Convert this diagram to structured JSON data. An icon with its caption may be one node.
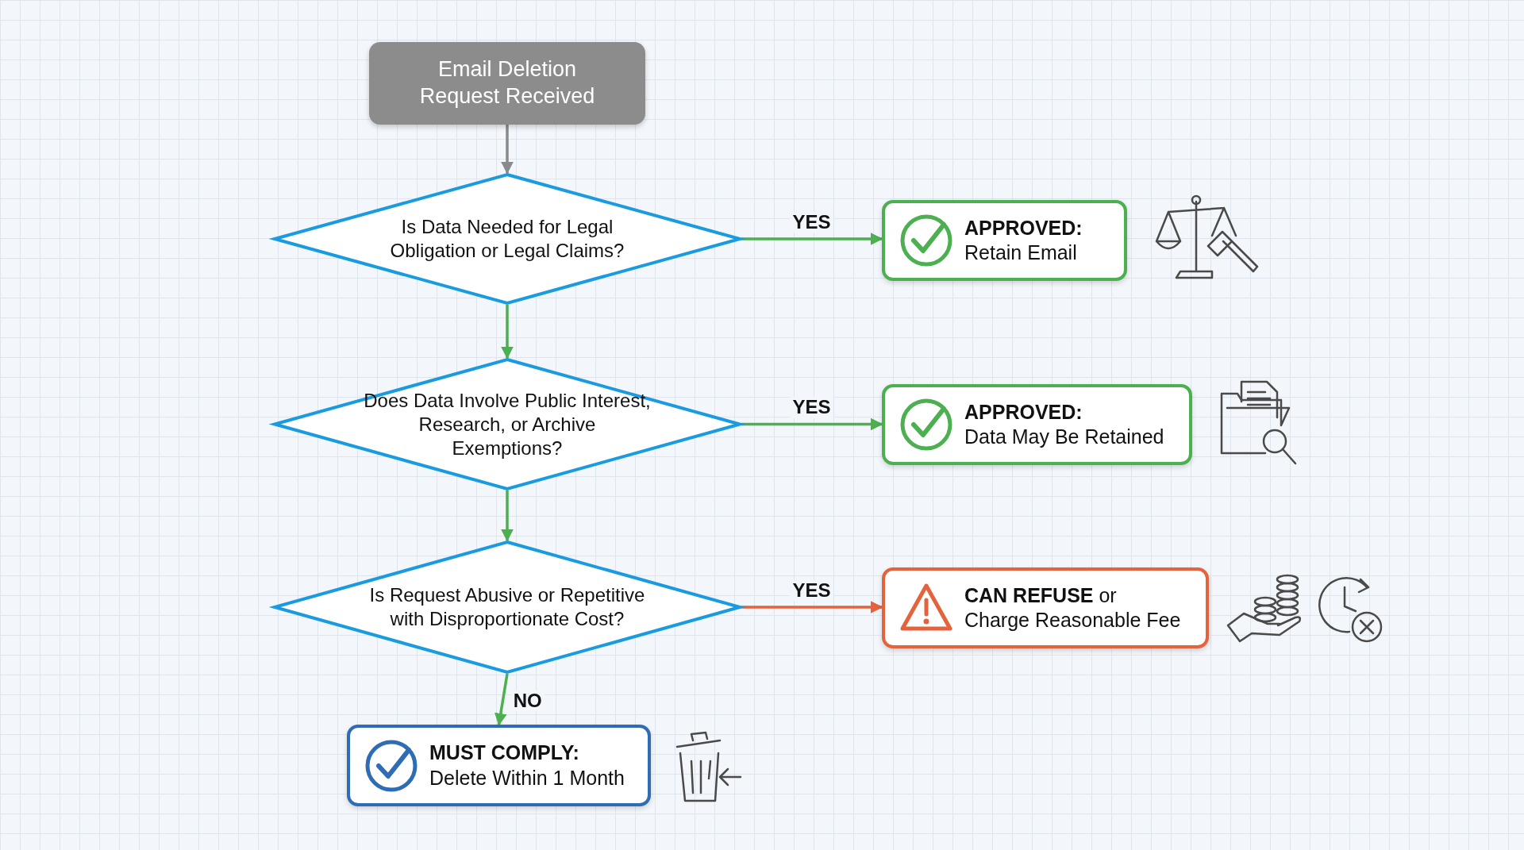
{
  "diagram": {
    "nodes": [
      {
        "text": [
          "Email Deletion Request Received"
        ]
      },
      {
        "text": [
          "Is Data Needed for Legal Obligation or Legal Claims?"
        ]
      },
      {
        "text": [
          "Does Data Involve Public Interest, Research, or Archive Exemptions?"
        ]
      },
      {
        "text": [
          "Is Request Abusive or Repetitive with Disproportionate Cost?"
        ]
      },
      {
        "text": [
          "APPROVED:",
          "Retain Email"
        ]
      },
      {
        "text": [
          "APPROVED:",
          "Data May Be Retained"
        ]
      },
      {
        "text": [
          "**CAN REFUSE** or",
          "Charge Reasonable Fee"
        ]
      },
      {
        "text": [
          "MUST COMPLY:",
          "Delete Within 1 Month"
        ]
      }
    ],
    "edges": [
      {
        "from": 0,
        "to": 1,
        "arrow": "to",
        "color": "#8a8a8a"
      },
      {
        "from": 1,
        "to": 4,
        "arrow": "to",
        "label": "YES"
      },
      {
        "from": 1,
        "to": 2,
        "arrow": "to"
      },
      {
        "from": 2,
        "to": 5,
        "arrow": "to",
        "label": "YES"
      },
      {
        "from": 2,
        "to": 3,
        "arrow": "to"
      },
      {
        "from": 3,
        "to": 6,
        "arrow": "to",
        "label": "YES",
        "color": "#e4623c"
      },
      {
        "from": 3,
        "to": 7,
        "arrow": "to",
        "label": "NO"
      }
    ]
  }
}
